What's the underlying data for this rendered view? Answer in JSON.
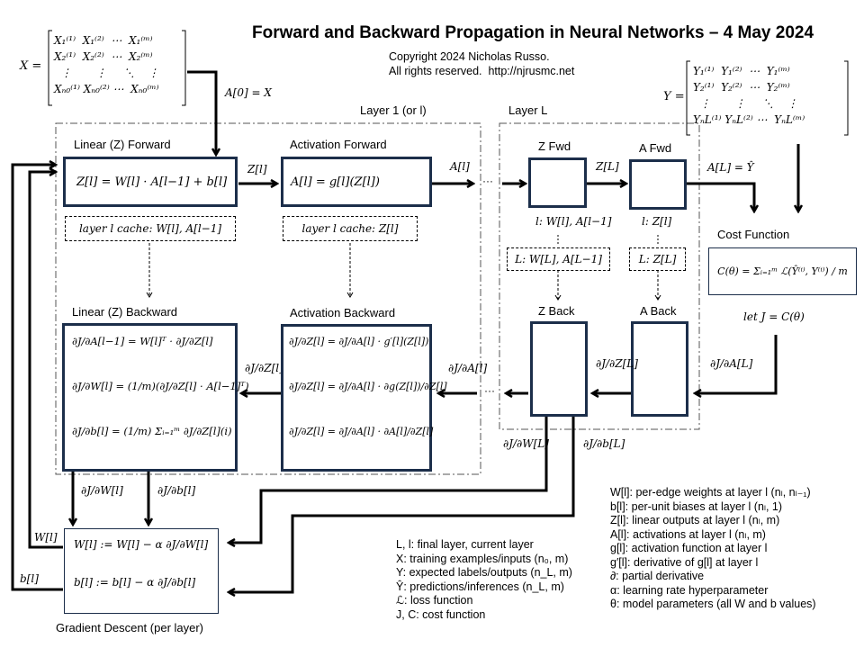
{
  "title": "Forward and Backward Propagation in Neural Networks – 4 May 2024",
  "copyright": {
    "line1": "Copyright 2024 Nicholas Russo.",
    "line2": "All rights reserved.  http://njrusmc.net"
  },
  "inputs": {
    "x_label": "X =",
    "x_matrix": "X₁⁽¹⁾  X₁⁽²⁾  ⋯  X₁⁽ᵐ⁾\nX₂⁽¹⁾  X₂⁽²⁾  ⋯  X₂⁽ᵐ⁾\n  ⋮       ⋮     ⋱    ⋮\nXₙ₀⁽¹⁾ Xₙ₀⁽²⁾ ⋯  Xₙ₀⁽ᵐ⁾",
    "a0_label": "A[0] = X",
    "y_label": "Y =",
    "y_matrix": "Y₁⁽¹⁾  Y₁⁽²⁾  ⋯  Y₁⁽ᵐ⁾\nY₂⁽¹⁾  Y₂⁽²⁾  ⋯  Y₂⁽ᵐ⁾\n  ⋮       ⋮     ⋱    ⋮\nYₙL⁽¹⁾ YₙL⁽²⁾ ⋯  YₙL⁽ᵐ⁾"
  },
  "layer1": {
    "label": "Layer 1 (or l)",
    "linear_forward": {
      "title": "Linear (Z) Forward",
      "eq": "Z[l] = W[l] · A[l−1] + b[l]",
      "cache": "layer l cache: W[l], A[l−1]"
    },
    "activation_forward": {
      "title": "Activation Forward",
      "eq": "A[l] = g[l](Z[l])",
      "cache": "layer l cache: Z[l]"
    },
    "z_arrow_label": "Z[l]",
    "a_arrow_label": "A[l]",
    "linear_backward": {
      "title": "Linear (Z) Backward",
      "eq1": "∂J/∂A[l−1] = W[l]ᵀ · ∂J/∂Z[l]",
      "eq2": "∂J/∂W[l] = (1/m)(∂J/∂Z[l] · A[l−1]ᵀ)",
      "eq3": "∂J/∂b[l] = (1/m) Σᵢ₌₁ᵐ ∂J/∂Z[l](i)"
    },
    "activation_backward": {
      "title": "Activation Backward",
      "eq1": "∂J/∂Z[l] = ∂J/∂A[l] · g′[l](Z[l])",
      "eq2": "∂J/∂Z[l] = ∂J/∂A[l] · ∂g(Z[l])/∂Z[l]",
      "eq3": "∂J/∂Z[l] = ∂J/∂A[l] · ∂A[l]/∂Z[l]"
    },
    "dz_label": "∂J/∂Z[l]",
    "da_label": "∂J/∂A[l]",
    "dw_label": "∂J/∂W[l]",
    "db_label": "∂J/∂b[l]"
  },
  "ellipsis": "···",
  "layerL": {
    "label": "Layer L",
    "z_fwd": "Z Fwd",
    "a_fwd": "A Fwd",
    "zL_label": "Z[L]",
    "z_cache_l": "l: W[l], A[l−1]",
    "a_cache_l": "l: Z[l]",
    "z_cache_L": "L: W[L], A[L−1]",
    "a_cache_L": "L: Z[L]",
    "z_back": "Z Back",
    "a_back": "A Back",
    "dzL_label": "∂J/∂Z[L]",
    "daL_label": "∂J/∂A[L]",
    "dwL_label": "∂J/∂W[L]",
    "dbL_label": "∂J/∂b[L]",
    "aL_label": "A[L] = Ŷ"
  },
  "cost": {
    "title": "Cost Function",
    "eq": "C(θ) = Σᵢ₌₁ᵐ ℒ(Ŷ⁽ⁱ⁾, Y⁽ⁱ⁾) / m",
    "let": "let J = C(θ)"
  },
  "gradient_descent": {
    "title": "Gradient Descent (per layer)",
    "eq_w": "W[l] := W[l] − α ∂J/∂W[l]",
    "eq_b": "b[l] := b[l] − α ∂J/∂b[l]",
    "w_label": "W[l]",
    "b_label": "b[l]"
  },
  "legend_left": [
    "L, l: final layer, current layer",
    "X: training examples/inputs (n₀, m)",
    "Y: expected labels/outputs (n_L, m)",
    "Ŷ: predictions/inferences (n_L, m)",
    "ℒ: loss function",
    "J, C: cost function"
  ],
  "legend_right": [
    "W[l]: per-edge weights at layer l (nₗ, nₗ₋₁)",
    "b[l]: per-unit biases at layer l (nₗ, 1)",
    "Z[l]: linear outputs at layer l (nₗ, m)",
    "A[l]: activations at layer l (nₗ, m)",
    "g[l]: activation function at layer l",
    "g′[l]: derivative of g[l] at layer l",
    "∂: partial derivative",
    "α: learning rate hyperparameter",
    "θ: model parameters (all W and b values)"
  ],
  "colors": {
    "box_border": "#1c2e4a",
    "line": "#000000"
  }
}
